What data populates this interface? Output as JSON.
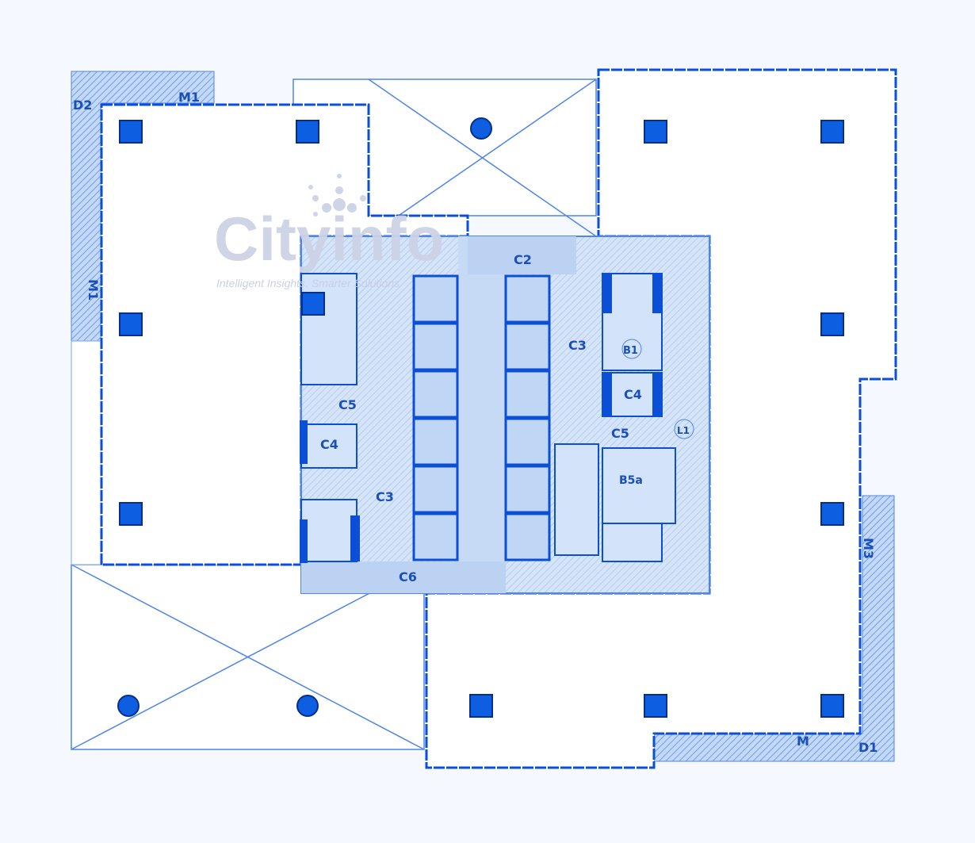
{
  "plan": {
    "colors": {
      "line": "#0b4fd6",
      "fill": "#ffffff",
      "core": "#cfe0f8",
      "hatch": "#7fa9ef",
      "column": "#0d5ee0",
      "background": "#f5f9ff"
    },
    "labels": {
      "d2": "D2",
      "m1_top": "M1",
      "m1_left": "M1",
      "c2": "C2",
      "c5_left": "C5",
      "c4_left": "C4",
      "c3_left": "C3",
      "c6": "C6",
      "c3_right": "C3",
      "b1": "B1",
      "c4_right": "C4",
      "c5_right": "C5",
      "l1": "L1",
      "b5a": "B5a",
      "m3": "M3",
      "d1": "D1",
      "m_bottom": "M"
    }
  },
  "watermark": {
    "brand": "Cityinfo",
    "tagline": "Intelligent Insights. Smarter Solutions"
  }
}
